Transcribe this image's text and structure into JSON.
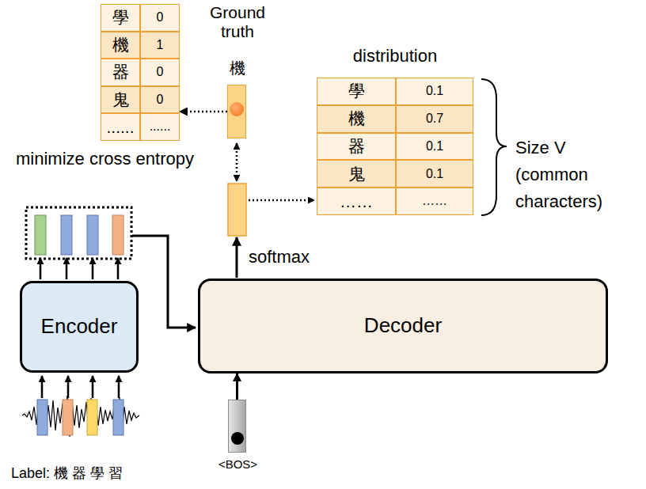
{
  "diagram": {
    "nodes": [
      {
        "text": [
          "學",
          "0",
          "機",
          "1",
          "器",
          "0",
          "鬼",
          "0",
          "......",
          "......"
        ]
      },
      {
        "text": [
          "Ground truth",
          "機"
        ]
      },
      {
        "text": [
          "distribution",
          "學",
          "0.1",
          "機",
          "0.7",
          "器",
          "0.1",
          "鬼",
          "0.1",
          "……",
          "……"
        ]
      },
      {
        "text": [
          "Encoder"
        ]
      },
      {
        "text": [
          "Decoder"
        ]
      },
      {
        "text": [
          "<BOS>"
        ]
      }
    ],
    "edges": [
      {
        "from": 1,
        "to": 0,
        "arrow": "to"
      },
      {
        "from": 5,
        "to": 4,
        "arrow": "to"
      }
    ],
    "labels": [
      "minimize cross entropy",
      "softmax",
      "Size V (common characters)",
      "Label: 機 器 學 習"
    ]
  }
}
